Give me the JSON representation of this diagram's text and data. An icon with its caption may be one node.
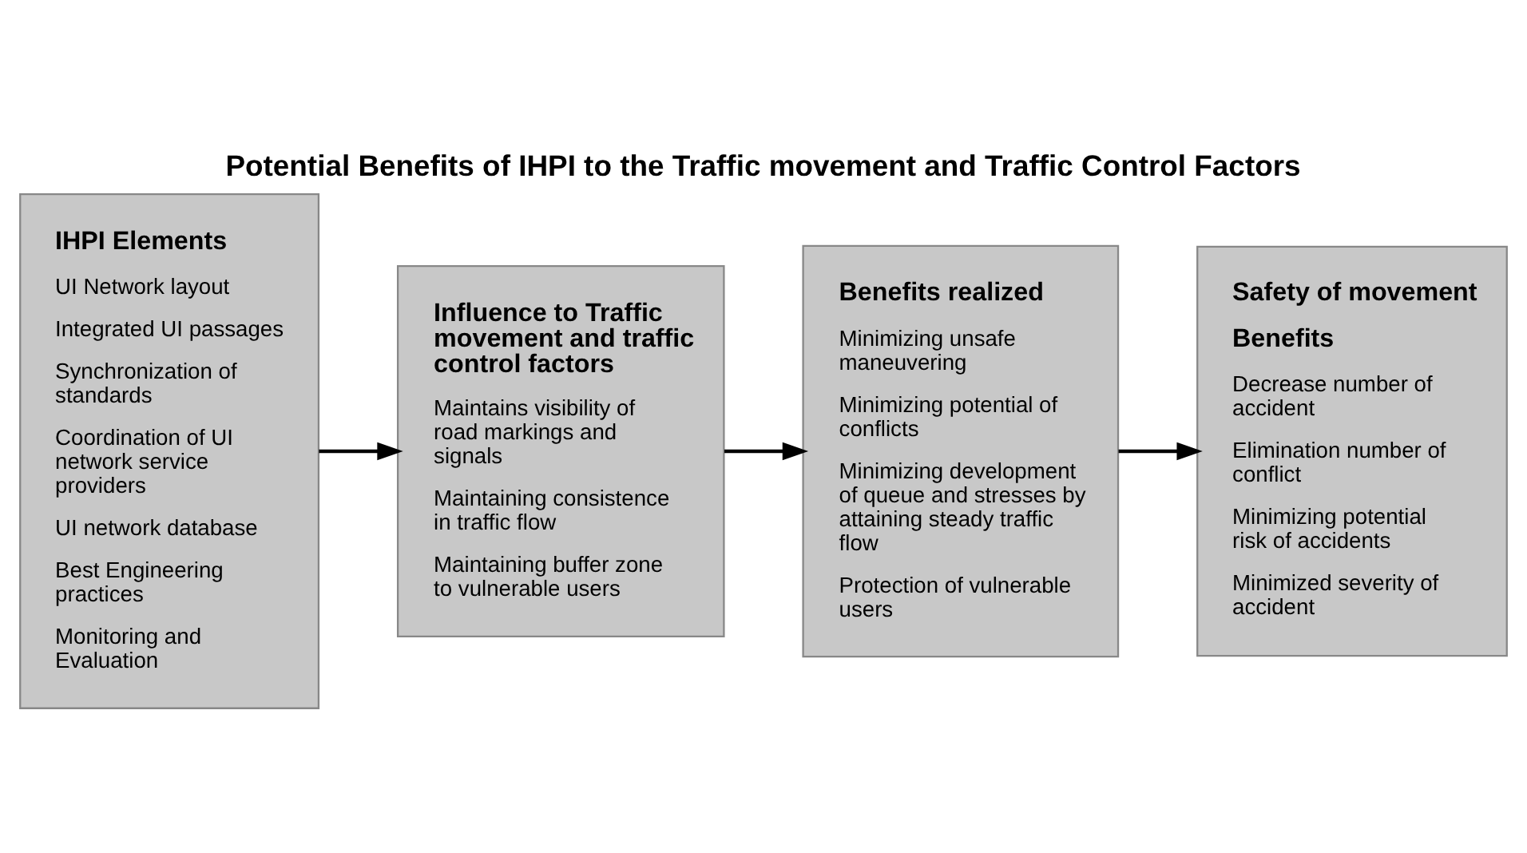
{
  "diagram": {
    "title": "Potential Benefits of IHPI to the Traffic movement and Traffic Control Factors",
    "nodes": [
      {
        "text": [
          "IHPI Elements",
          "UI Network layout",
          "Integrated UI passages",
          "Synchronization of standards",
          "Coordination of UI network service providers",
          "UI network database",
          "Best Engineering practices",
          "Monitoring and Evaluation"
        ]
      },
      {
        "text": [
          "Influence to Traffic movement and traffic control factors",
          "Maintains visibility of road markings and signals",
          "Maintaining consistence in traffic flow",
          "Maintaining buffer zone to vulnerable users"
        ]
      },
      {
        "text": [
          "Benefits realized",
          "Minimizing unsafe maneuvering",
          "Minimizing potential of conflicts",
          "Minimizing development of queue and stresses by attaining steady traffic flow",
          "Protection of vulnerable users"
        ]
      },
      {
        "text": [
          "Safety of movement",
          "Benefits",
          "Decrease number of accident",
          "Elimination number of conflict",
          "Minimizing potential risk of accidents",
          "Minimized severity of accident"
        ]
      }
    ],
    "edges": [
      {
        "from": 0,
        "to": 1,
        "arrow": "to"
      },
      {
        "from": 1,
        "to": 2,
        "arrow": "to"
      },
      {
        "from": 2,
        "to": 3,
        "arrow": "to"
      }
    ]
  }
}
